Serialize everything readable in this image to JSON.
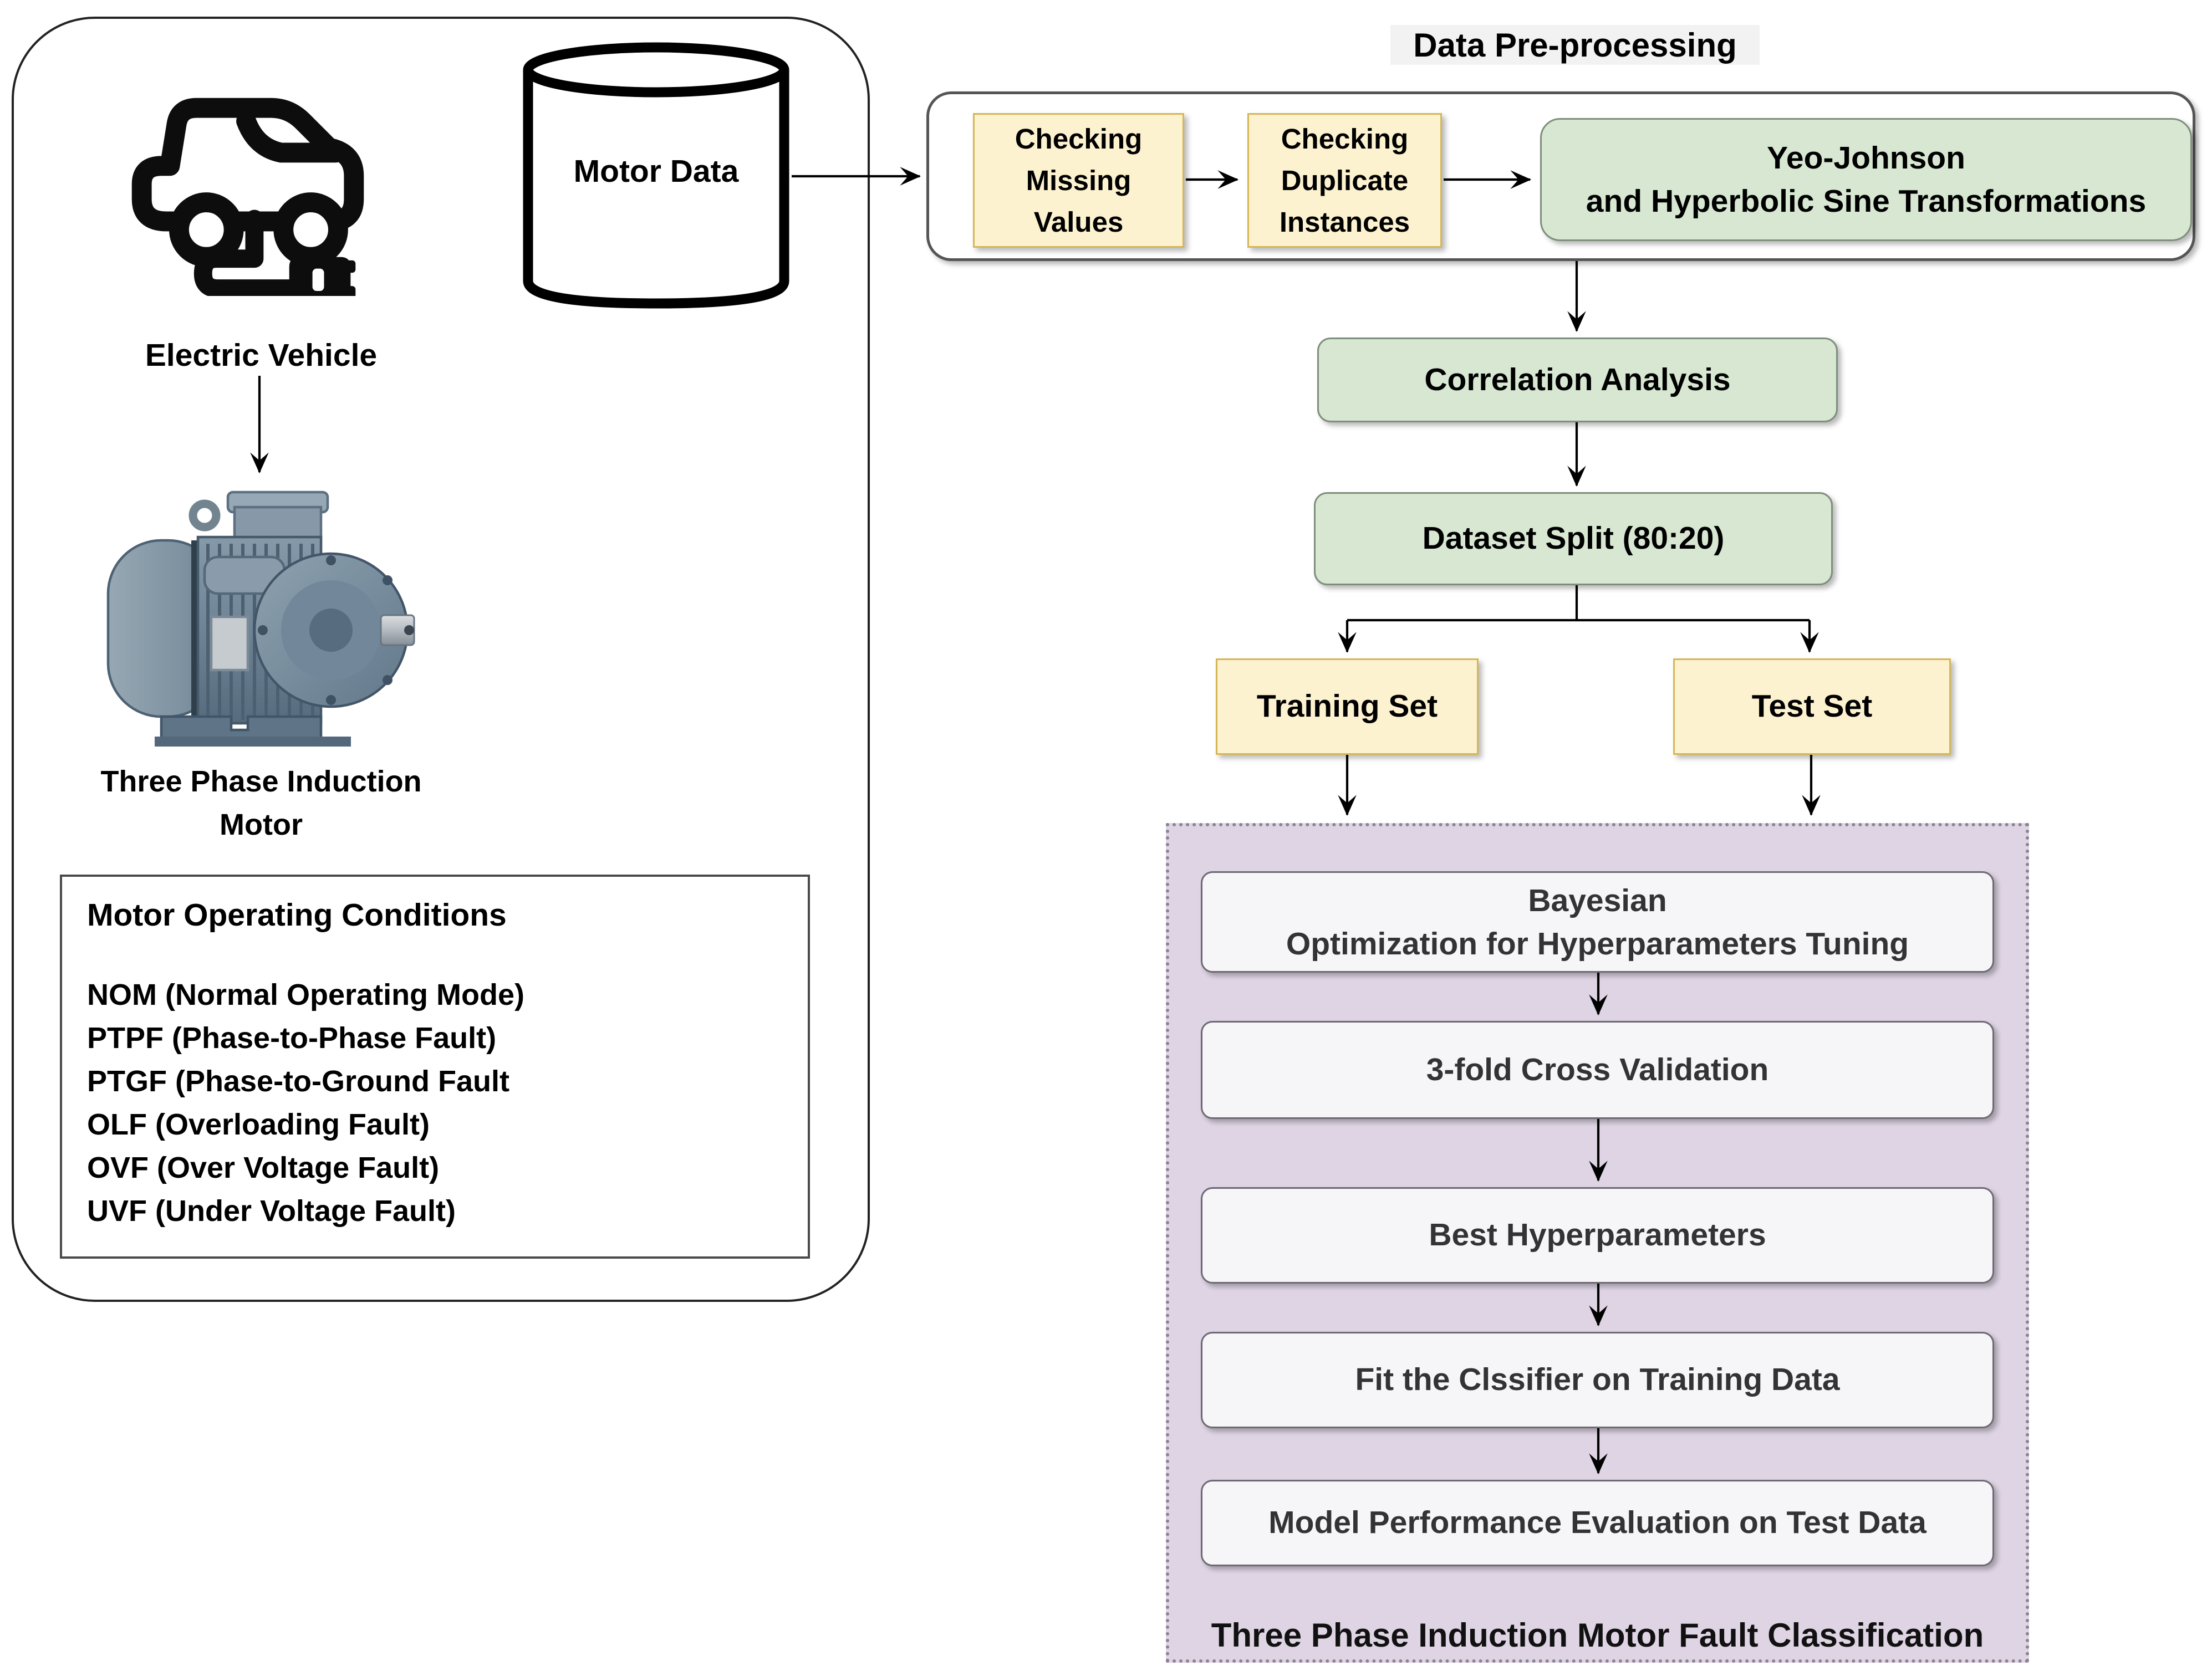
{
  "colors": {
    "yellow_fill": "#fdf2cf",
    "yellow_border": "#d6b656",
    "green_fill": "#d7e7d2",
    "green_border": "#7e8e7c",
    "purple_fill": "#ded4e4",
    "purple_border": "#8b8292",
    "gray_fill": "#f6f5f7",
    "gray_border": "#6e6973",
    "line_color": "#000000"
  },
  "left_panel": {
    "ev_label": "Electric Vehicle",
    "database_label": "Motor Data",
    "motor_label_line1": "Three Phase Induction",
    "motor_label_line2": "Motor",
    "conditions": {
      "title": "Motor Operating Conditions",
      "items": [
        "NOM (Normal Operating Mode)",
        "PTPF (Phase-to-Phase Fault)",
        "PTGF (Phase-to-Ground Fault",
        "OLF (Overloading Fault)",
        "OVF (Over Voltage Fault)",
        "UVF (Under Voltage Fault)"
      ]
    }
  },
  "preprocessing": {
    "title": "Data Pre-processing",
    "step1_line1": "Checking",
    "step1_line2": "Missing",
    "step1_line3": "Values",
    "step2_line1": "Checking",
    "step2_line2": "Duplicate",
    "step2_line3": "Instances",
    "step3_line1": "Yeo-Johnson",
    "step3_line2": "and Hyperbolic Sine Transformations"
  },
  "pipeline": {
    "correlation": "Correlation Analysis",
    "dataset_split": "Dataset Split (80:20)",
    "training_set": "Training Set",
    "test_set": "Test Set"
  },
  "classification": {
    "caption": "Three Phase Induction Motor Fault Classification",
    "bayesian_line1": "Bayesian",
    "bayesian_line2": "Optimization for Hyperparameters Tuning",
    "cross_validation": "3-fold Cross Validation",
    "best_hyperparameters": "Best Hyperparameters",
    "fit_classifier": "Fit the Clssifier on Training Data",
    "model_evaluation": "Model Performance Evaluation on Test Data"
  }
}
